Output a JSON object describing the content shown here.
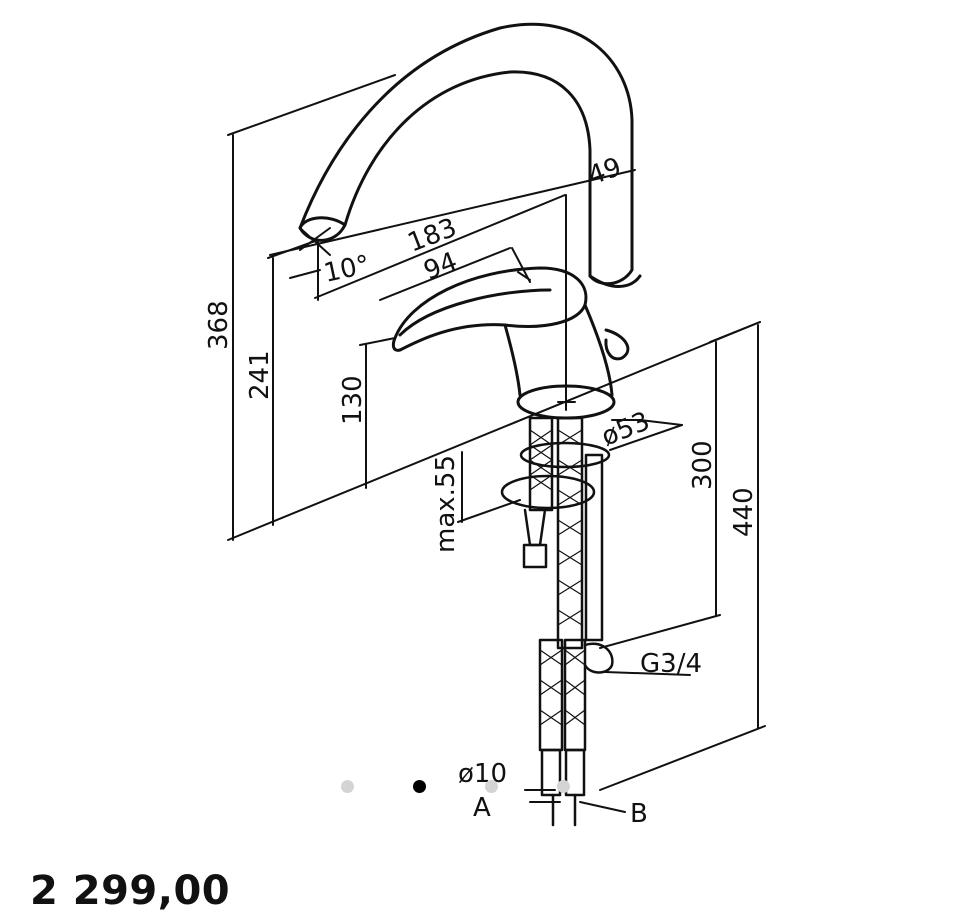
{
  "drawing": {
    "dimensions": {
      "d368": "368",
      "d241": "241",
      "d130": "130",
      "dmax55": "max.55",
      "d183": "183",
      "d94": "94",
      "d10deg": "10°",
      "d49": "49",
      "d53": "ø53",
      "d300": "300",
      "d440": "440",
      "dG34": "G3/4",
      "d10": "ø10",
      "labelA": "A",
      "labelB": "B"
    }
  },
  "carousel": {
    "count": 4,
    "active_index": 1
  },
  "product": {
    "price": "2 299,00"
  }
}
